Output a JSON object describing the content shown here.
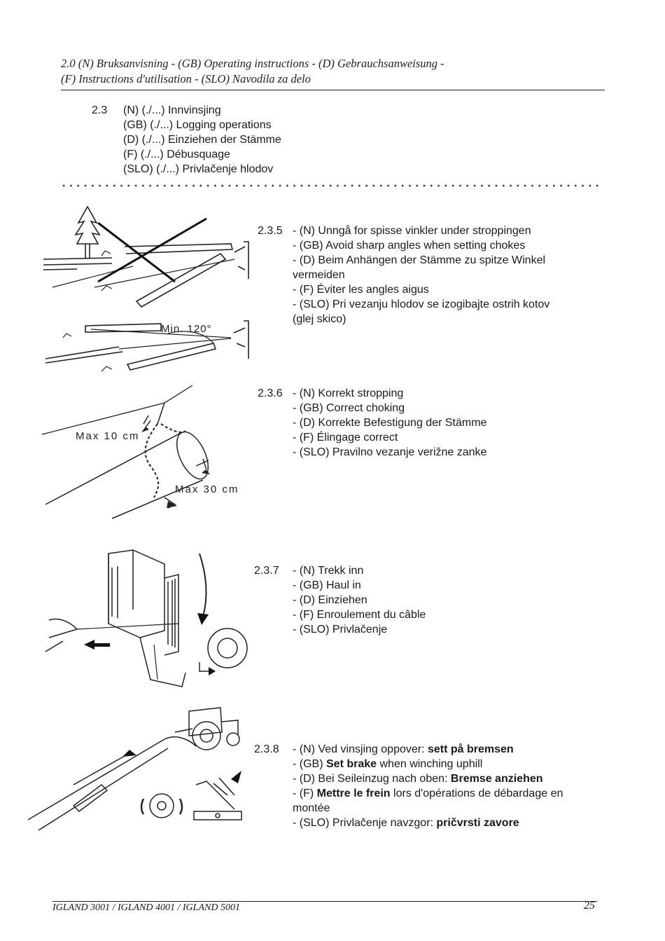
{
  "header": {
    "line1": "2.0 (N) Bruksanvisning  - (GB) Operating instructions - (D) Gebrauchsanweisung  -",
    "line2": "(F) Instructions d'utilisation  - (SLO) Navodila za delo"
  },
  "section_2_3": {
    "number": "2.3",
    "lines": [
      "(N) (./...) Innvinsjing",
      "(GB) (./...) Logging operations",
      "(D) (./...) Einziehen der Stämme",
      "(F) (./...) Débusquage",
      "(SLO) (./...) Privlačenje hlodov"
    ]
  },
  "section_2_3_5": {
    "number": "2.3.5",
    "lines": [
      "- (N) Unngå for spisse vinkler under stroppingen",
      "- (GB) Avoid sharp angles when setting chokes",
      "- (D) Beim Anhängen der Stämme zu spitze Winkel",
      "vermeiden",
      "- (F) Éviter les angles aigus",
      "- (SLO) Pri vezanju hlodov se izogibajte ostrih kotov",
      "(glej skico)"
    ],
    "figure_label": "Min. 120°"
  },
  "section_2_3_6": {
    "number": "2.3.6",
    "lines": [
      "- (N) Korrekt stropping",
      "- (GB) Correct choking",
      "- (D) Korrekte Befestigung der Stämme",
      "- (F) Élingage correct",
      "- (SLO) Pravilno vezanje verižne zanke"
    ],
    "figure_label_1": "Max 10 cm",
    "figure_label_2": "Max 30 cm"
  },
  "section_2_3_7": {
    "number": "2.3.7",
    "lines": [
      "- (N) Trekk inn",
      "- (GB) Haul in",
      "- (D) Einziehen",
      "- (F) Enroulement du câble",
      "- (SLO) Privlačenje"
    ]
  },
  "section_2_3_8": {
    "number": "2.3.8",
    "line1_a": "- (N) Ved vinsjing oppover: ",
    "line1_b": "sett på bremsen",
    "line2_a": "- (GB) ",
    "line2_b": "Set brake",
    "line2_c": " when winching uphill",
    "line3_a": "- (D) Bei Seileinzug nach oben: ",
    "line3_b": "Bremse anziehen",
    "line4_a": "- (F) ",
    "line4_b": "Mettre le frein",
    "line4_c": " lors d'opérations de débardage en",
    "line5": "montée",
    "line6_a": "- (SLO) Privlačenje navzgor: ",
    "line6_b": "pričvrsti zavore"
  },
  "footer": {
    "models": "IGLAND 3001 / IGLAND 4001 / IGLAND 5001",
    "page": "25"
  }
}
